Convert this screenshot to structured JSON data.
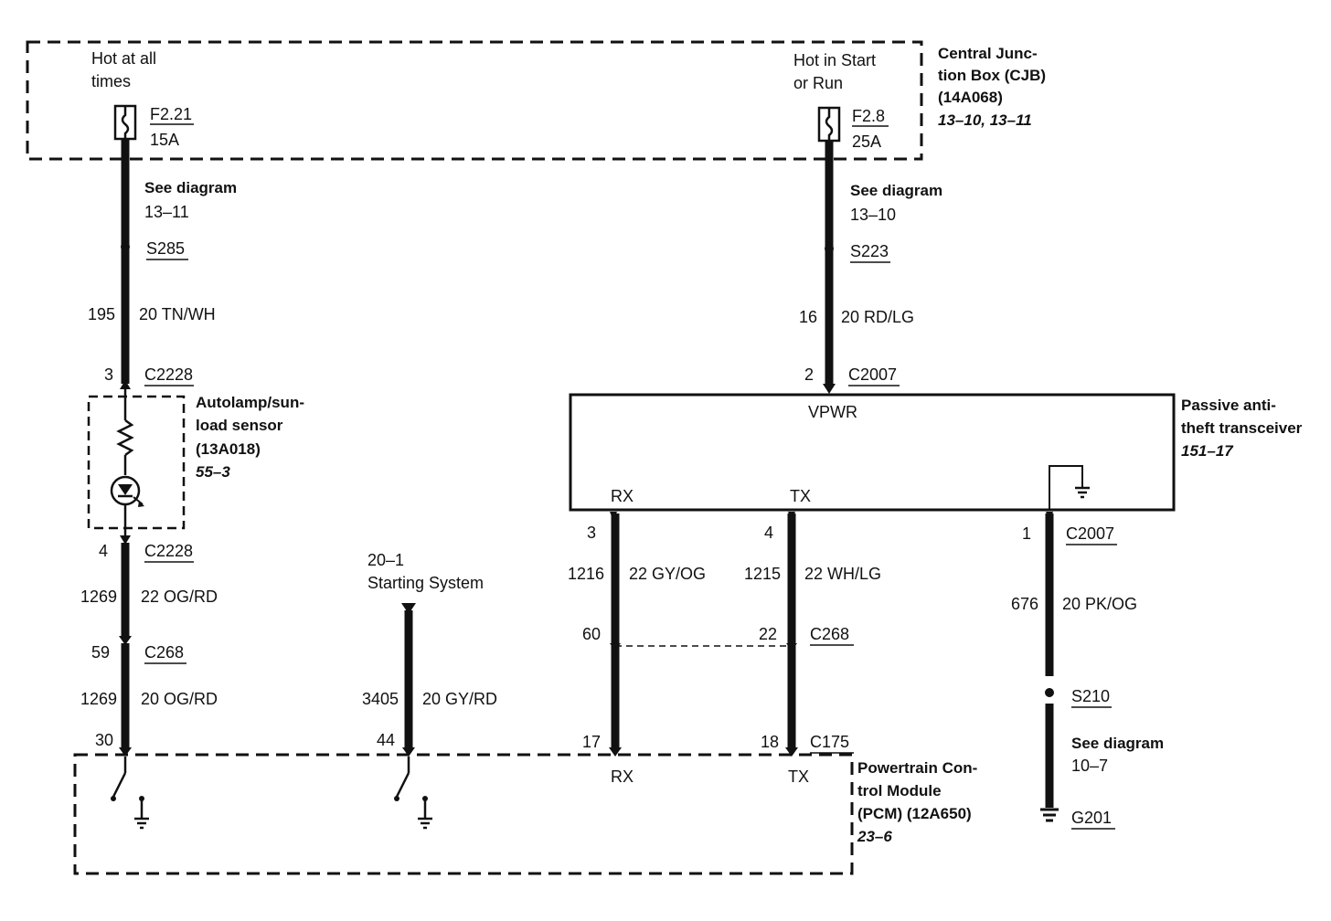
{
  "cjb": {
    "title_lines": [
      "Central Junc-",
      "tion Box (CJB)",
      "(14A068)"
    ],
    "ref": "13–10, 13–11",
    "left_note_lines": [
      "Hot at all",
      "times"
    ],
    "right_note_lines": [
      "Hot in Start",
      "or Run"
    ],
    "fuse_left": {
      "id": "F2.21",
      "rating": "15A"
    },
    "fuse_right": {
      "id": "F2.8",
      "rating": "25A"
    }
  },
  "left_branch": {
    "see_diagram": "See diagram",
    "see_diagram_ref": "13–11",
    "splice": "S285",
    "circuit": "195",
    "wire": "20 TN/WH",
    "pin_top": "3",
    "connector_top": "C2228",
    "sensor_title_lines": [
      "Autolamp/sun-",
      "load sensor",
      "(13A018)"
    ],
    "sensor_ref": "55–3",
    "pin_bottom": "4",
    "connector_bottom": "C2228",
    "circuit2": "1269",
    "wire2": "22 OG/RD",
    "pin_c268": "59",
    "connector_c268": "C268",
    "circuit3": "1269",
    "wire3": "20 OG/RD",
    "pcm_pin": "30"
  },
  "starting": {
    "ref": "20–1",
    "label": "Starting System",
    "circuit": "3405",
    "wire": "20 GY/RD",
    "pcm_pin": "44"
  },
  "right_branch": {
    "see_diagram": "See diagram",
    "see_diagram_ref": "13–10",
    "splice": "S223",
    "circuit": "16",
    "wire": "20 RD/LG",
    "pin": "2",
    "connector": "C2007"
  },
  "pats": {
    "title_lines": [
      "Passive anti-",
      "theft transceiver"
    ],
    "ref": "151–17",
    "vpwr": "VPWR",
    "rx": "RX",
    "tx": "TX",
    "rx_pin": "3",
    "tx_pin": "4",
    "gnd_pin": "1",
    "gnd_connector": "C2007"
  },
  "rx_line": {
    "circuit": "1216",
    "wire": "22 GY/OG",
    "c268_pin": "60",
    "pcm_pin": "17"
  },
  "tx_line": {
    "circuit": "1215",
    "wire": "22 WH/LG",
    "c268_pin": "22",
    "c268_label": "C268",
    "pcm_pin": "18",
    "pcm_connector": "C175"
  },
  "ground_line": {
    "circuit": "676",
    "wire": "20 PK/OG",
    "splice": "S210",
    "see_diagram": "See diagram",
    "see_diagram_ref": "10–7",
    "ground": "G201"
  },
  "pcm": {
    "title_lines": [
      "Powertrain Con-",
      "trol Module",
      "(PCM) (12A650)"
    ],
    "ref": "23–6",
    "rx": "RX",
    "tx": "TX"
  }
}
